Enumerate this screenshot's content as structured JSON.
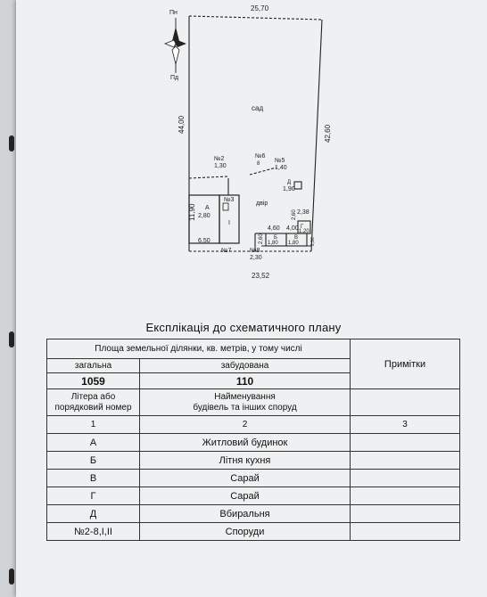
{
  "plan": {
    "north_top": "Пн",
    "north_bottom": "Пд",
    "dim_top": "25,70",
    "dim_left": "44,00",
    "dim_right": "42,60",
    "dim_bottom": "23,52",
    "dim_left_low": "11,90",
    "dim_bottom_left": "6,50",
    "garden": "сад",
    "yard": "двір",
    "n2": "№2",
    "n2_val": "1,30",
    "n6": "№6",
    "n5": "№5",
    "n5_val": "1,40",
    "d_label": "Д",
    "d_val": "1,90",
    "n3": "№3",
    "a_label": "А",
    "a_val": "2,80",
    "roman_one": "I",
    "n7": "№7",
    "n8": "№8",
    "n8_val": "2,30",
    "v460": "4,60",
    "v400": "4,00",
    "v260": "2,60",
    "v238": "2,38",
    "v260b": "2,60",
    "b_label": "Б",
    "b_val": "1,80",
    "v_label": "В",
    "v_val": "1,80",
    "g_label": "Г",
    "g_val": "1,20",
    "v296": "2,96"
  },
  "explication": {
    "title": "Експлікація до схематичного плану",
    "area_header": "Площа земельної ділянки, кв. метрів, у тому числі",
    "total_label": "загальна",
    "built_label": "забудована",
    "notes_label": "Примітки",
    "total_value": "1059",
    "built_value": "110",
    "col1_header": "Літера або порядковий номер",
    "col1_header_line1": "Літера або",
    "col1_header_line2": "порядковий номер",
    "col2_header_line1": "Найменування",
    "col2_header_line2": "будівель та інших споруд",
    "num1": "1",
    "num2": "2",
    "num3": "3",
    "rows": [
      {
        "letter": "А",
        "name": "Житловий будинок"
      },
      {
        "letter": "Б",
        "name": "Літня кухня"
      },
      {
        "letter": "В",
        "name": "Сарай"
      },
      {
        "letter": "Г",
        "name": "Сарай"
      },
      {
        "letter": "Д",
        "name": "Вбиральня"
      },
      {
        "letter": "№2-8,I,II",
        "name": "Споруди"
      }
    ]
  }
}
